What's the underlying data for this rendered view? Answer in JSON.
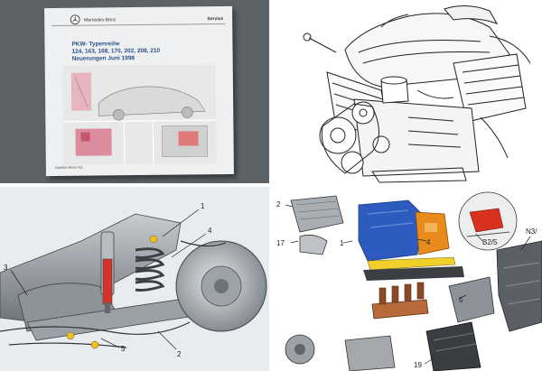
{
  "cover": {
    "brand": "Mercedes-Benz",
    "service": "Service",
    "title_line1": "PKW- Typenreihe",
    "title_line2": "124, 163, 168, 170, 202, 208, 210",
    "title_line3": "Neuerungen Juni 1998",
    "footer": "Daimler-Benz AG"
  },
  "suspension_callouts": [
    "1",
    "4",
    "3",
    "5",
    "2"
  ],
  "engine_bay_callouts": [
    "2",
    "17",
    "1",
    "4",
    "B2/5",
    "N3/",
    "5",
    "19"
  ],
  "colors": {
    "blue_component": "#2d5bbf",
    "orange_component": "#e88a1c",
    "red_component": "#d8321e",
    "panel_dark": "#5d6266"
  }
}
